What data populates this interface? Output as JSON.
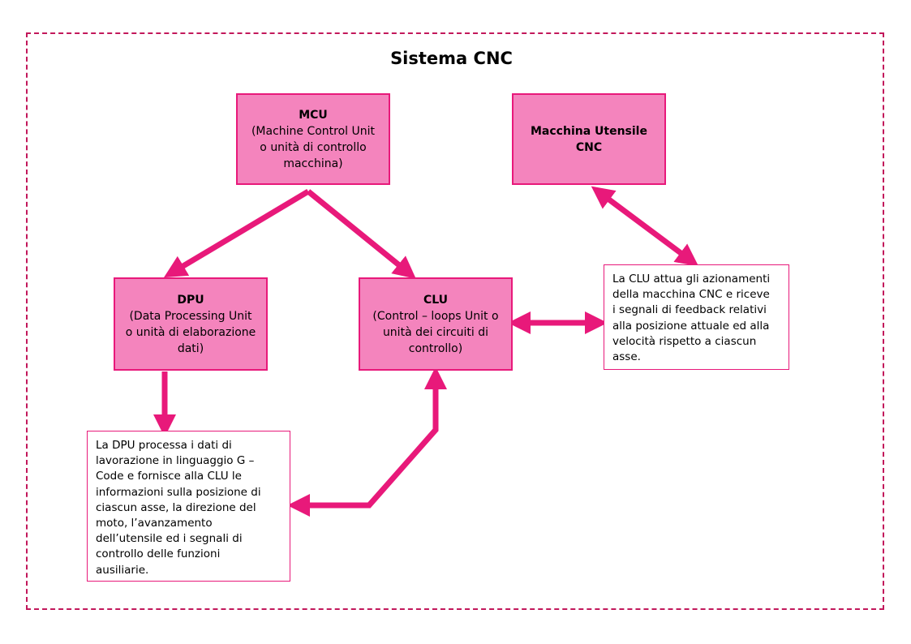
{
  "title": "Sistema CNC",
  "colors": {
    "accent": "#e8197a",
    "box_fill": "#f484bd",
    "frame": "#c2185b"
  },
  "boxes": {
    "mcu": {
      "name": "MCU",
      "desc": "(Machine Control Unit\no unità di controllo\nmacchina)"
    },
    "macchina": {
      "name": "Macchina Utensile\nCNC"
    },
    "dpu": {
      "name": "DPU",
      "desc": "(Data Processing Unit\no unità di elaborazione\ndati)"
    },
    "clu": {
      "name": "CLU",
      "desc": "(Control – loops Unit o\nunità dei circuiti di\ncontrollo)"
    }
  },
  "notes": {
    "clu": "La CLU attua gli azionamenti\ndella macchina CNC e riceve\ni segnali di feedback relativi\nalla posizione attuale ed alla\nvelocità rispetto a ciascun\nasse.",
    "dpu": "La DPU processa i dati di\nlavorazione in linguaggio G –\nCode e fornisce alla CLU le\ninformazioni sulla posizione di\nciascun asse, la direzione del\nmoto, l’avanzamento\ndell’utensile ed i segnali di\ncontrollo delle funzioni\nausiliarie."
  }
}
